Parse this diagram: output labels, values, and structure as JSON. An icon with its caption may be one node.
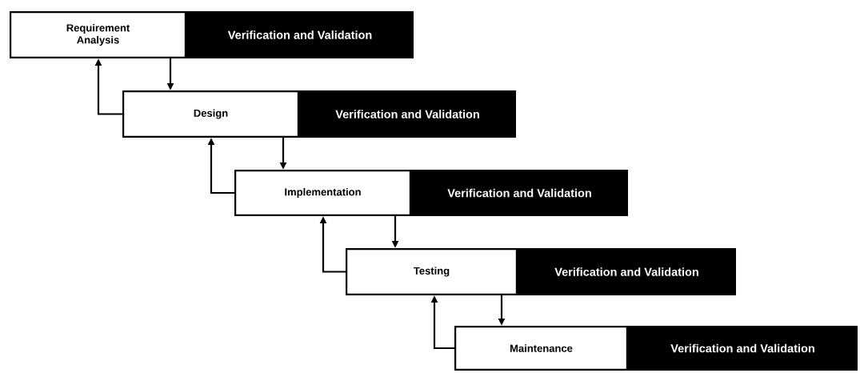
{
  "diagram": {
    "nodes": [
      {
        "text": [
          "Requirement Analysis"
        ]
      },
      {
        "text": [
          "Verification and Validation"
        ]
      },
      {
        "text": [
          "Design"
        ]
      },
      {
        "text": [
          "Verification and Validation"
        ]
      },
      {
        "text": [
          "Implementation"
        ]
      },
      {
        "text": [
          "Verification and Validation"
        ]
      },
      {
        "text": [
          "Testing"
        ]
      },
      {
        "text": [
          "Verification and Validation"
        ]
      },
      {
        "text": [
          "Maintenance"
        ]
      },
      {
        "text": [
          "Verification and Validation"
        ]
      }
    ],
    "edges": [
      {
        "from": 0,
        "to": 2,
        "arrow": "to"
      },
      {
        "from": 2,
        "to": 0,
        "arrow": "to"
      },
      {
        "from": 2,
        "to": 4,
        "arrow": "to"
      },
      {
        "from": 4,
        "to": 2,
        "arrow": "to"
      },
      {
        "from": 4,
        "to": 6,
        "arrow": "to"
      },
      {
        "from": 6,
        "to": 4,
        "arrow": "to"
      },
      {
        "from": 6,
        "to": 8,
        "arrow": "to"
      },
      {
        "from": 8,
        "to": 6,
        "arrow": "to"
      }
    ]
  }
}
